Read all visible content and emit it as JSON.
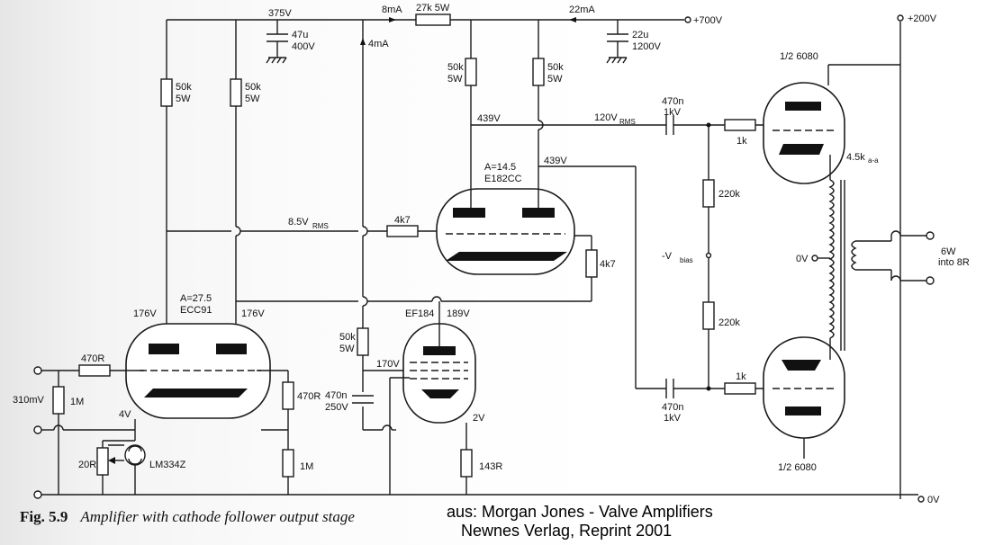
{
  "caption": {
    "fig_number": "Fig. 5.9",
    "fig_title": "Amplifier with cathode follower output stage"
  },
  "credit": {
    "line1": "aus: Morgan Jones - Valve Amplifiers",
    "line2": "Newnes Verlag, Reprint 2001"
  },
  "labels": {
    "v375": "375V",
    "i8mA": "8mA",
    "r27k": "27k 5W",
    "i22mA": "22mA",
    "v700": "+700V",
    "c47u": "47u",
    "c47u_v": "400V",
    "i4mA": "4mA",
    "c22u": "22u",
    "c22u_v": "1200V",
    "v200": "+200V",
    "t6080_top": "1/2  6080",
    "r50k": "50k",
    "r5w": "5W",
    "v439a": "439V",
    "v120rms": "120V",
    "rms": "RMS",
    "c470n": "470n",
    "c1kv": "1kV",
    "r1k": "1k",
    "gain145": "A=14.5",
    "e182cc": "E182CC",
    "v439b": "439V",
    "xfmr": "4.5k",
    "xfmr_unit": "a-a",
    "r220k": "220k",
    "v85": "8.5V",
    "r4k7": "4k7",
    "vbias": "-V",
    "bias": "bias",
    "v0": "0V",
    "w6": "6W",
    "into8r": "into 8R",
    "gain275": "A=27.5",
    "ecc91": "ECC91",
    "v176a": "176V",
    "v176b": "176V",
    "ef184": "EF184",
    "v189": "189V",
    "r470r": "470R",
    "v170": "170V",
    "c470n_250": "470n",
    "c250v": "250V",
    "in310": "310mV",
    "r1m": "1M",
    "v4": "4V",
    "v2": "2V",
    "r20r": "20R",
    "lm334": "LM334Z",
    "r143": "143R",
    "t6080_bot": "1/2  6080",
    "v0_rail": "0V"
  }
}
